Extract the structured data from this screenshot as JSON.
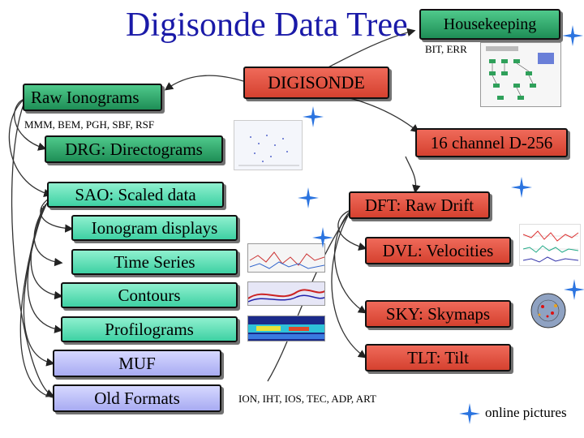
{
  "title": "Digisonde Data Tree",
  "housekeeping": {
    "label": "Housekeeping",
    "caption": "BIT, ERR"
  },
  "digisonde": "DIGISONDE",
  "left_branch": {
    "raw_ionograms": "Raw Ionograms",
    "raw_caption": "MMM, BEM, PGH, SBF, RSF",
    "drg": "DRG: Directograms",
    "sao": "SAO: Scaled data",
    "ionogram_displays": "Ionogram displays",
    "time_series": "Time Series",
    "contours": "Contours",
    "profilograms": "Profilograms",
    "muf": "MUF",
    "old_formats": "Old Formats"
  },
  "right_branch": {
    "d256": "16 channel D-256",
    "dft": "DFT: Raw Drift",
    "dvl": "DVL: Velocities",
    "sky": "SKY: Skymaps",
    "tlt": "TLT: Tilt",
    "other_caption": "ION, IHT, IOS, TEC, ADP, ART"
  },
  "footer": {
    "online_pictures": "online pictures"
  },
  "colors": {
    "title": "#1a1aa8",
    "green": "#2fb878",
    "teal": "#3ed1a3",
    "purple": "#a8abf2",
    "red": "#d5412f",
    "star": "#2b74e0"
  }
}
